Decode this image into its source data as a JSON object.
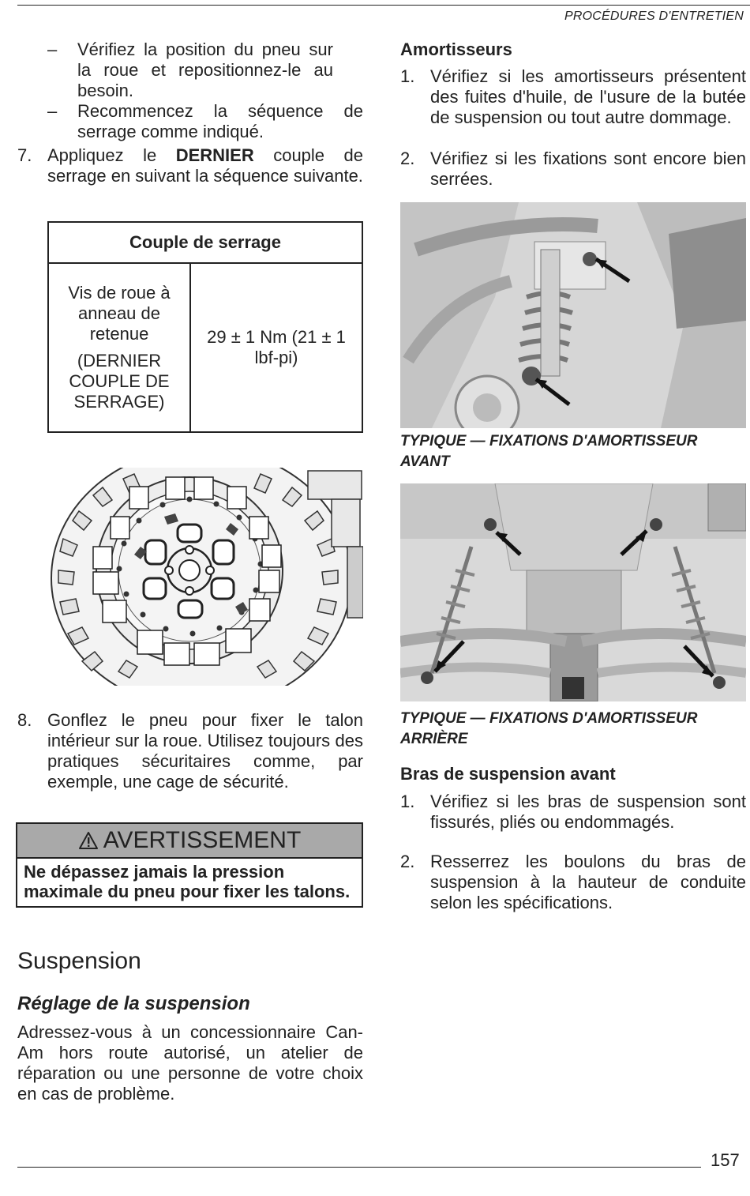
{
  "header": {
    "section_title": "PROCÉDURES D'ENTRETIEN"
  },
  "left": {
    "dash_items": [
      "Vérifiez la position du pneu sur la roue et repositionnez-le au besoin.",
      "Recommencez la séquence de serrage comme indiqué."
    ],
    "step7": {
      "number": "7.",
      "text_before": "Appliquez le ",
      "bold": "DERNIER",
      "text_after": " couple de serrage en suivant la séquence suivante."
    },
    "torque_table": {
      "header": "Couple de serrage",
      "row_label_1": "Vis de roue à anneau de retenue",
      "row_label_2": "(DERNIER COUPLE DE SERRAGE)",
      "value": "29 ± 1 Nm (21 ± 1 lbf-pi)"
    },
    "step8": {
      "number": "8.",
      "text": "Gonflez le pneu pour fixer le talon intérieur sur la roue. Utilisez toujours des pratiques sécuritaires comme, par exemple, une cage de sécurité."
    },
    "warning": {
      "icon": "warning-triangle-icon",
      "title": "AVERTISSEMENT",
      "body": "Ne dépassez jamais la pression maximale du pneu pour fixer les talons."
    },
    "section_title": "Suspension",
    "subsection_title": "Réglage de la suspension",
    "paragraph": "Adressez-vous à un concessionnaire Can-Am hors route autorisé, un atelier de réparation ou une personne de votre choix en cas de problème."
  },
  "right": {
    "shocks": {
      "title": "Amortisseurs",
      "steps": [
        {
          "number": "1.",
          "text": "Vérifiez si les amortisseurs présentent des fuites d'huile, de l'usure de la butée de suspension ou tout autre dommage."
        },
        {
          "number": "2.",
          "text": "Vérifiez si les fixations sont encore bien serrées."
        }
      ]
    },
    "caption_front": "TYPIQUE — FIXATIONS D'AMORTISSEUR AVANT",
    "caption_rear": "TYPIQUE — FIXATIONS D'AMORTISSEUR ARRIÈRE",
    "arms": {
      "title": "Bras de suspension avant",
      "steps": [
        {
          "number": "1.",
          "text": "Vérifiez si les bras de suspension sont fissurés, pliés ou endommagés."
        },
        {
          "number": "2.",
          "text": "Resserrez les boulons du bras de suspension à la hauteur de conduite selon les spécifications."
        }
      ]
    }
  },
  "footer": {
    "page_number": "157"
  }
}
